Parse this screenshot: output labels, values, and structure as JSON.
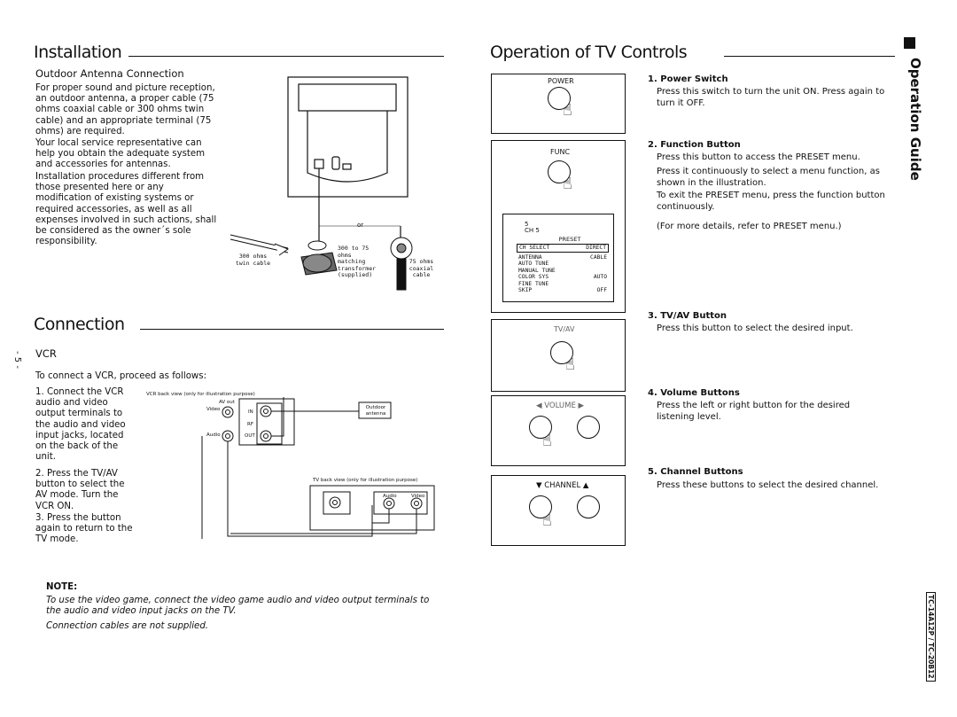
{
  "installation": {
    "title": "Installation",
    "subtitle": "Outdoor Antenna Connection",
    "p1": "For proper sound and picture reception, an outdoor antenna, a proper cable (75 ohms coaxial cable or 300 ohms twin cable) and an appropriate terminal (75 ohms) are required.",
    "p2": "Your local service representative can help you obtain the adequate system and accessories for antennas.",
    "p3": "Installation procedures different from those presented here or any modification of existing systems or required accessories, as well as all expenses involved in such actions, shall be considered as the owner´s sole responsibility.",
    "diagram": {
      "or": "or",
      "twin": "300 ohms twin cable",
      "transformer": "300 to 75 ohms matching transformer (supplied)",
      "coaxial": "75 ohms coaxial cable"
    }
  },
  "connection": {
    "title": "Connection",
    "page_marker": "- 5 -",
    "vcr_heading": "VCR",
    "intro": "To connect a VCR, proceed as follows:",
    "steps": [
      "1. Connect the VCR audio and video output terminals to the audio and video input jacks, located on the back of the unit.",
      "2. Press the TV/AV button to select the AV mode. Turn the VCR ON.",
      "3. Press the button again to return to the TV mode."
    ],
    "vcr_diagram_label": "VCR back view (only for illustration purpose)",
    "tv_diagram_label": "TV back view (only for illustration purpose)",
    "vcr_labels": {
      "av_out": "AV out",
      "video": "Video",
      "audio": "Audio",
      "in": "IN",
      "rf": "RF",
      "out": "OUT",
      "outdoor": "Outdoor antenna"
    },
    "tv_labels": {
      "audio": "Audio",
      "video": "Video"
    }
  },
  "note": {
    "heading": "NOTE:",
    "line1": "To use the video game, connect the video game audio and video output terminals to the audio and video input jacks on the TV.",
    "line2": "Connection cables are not supplied."
  },
  "operation": {
    "title": "Operation of TV Controls",
    "side_label": "Operation Guide",
    "model": "TC-14A12P / TC-20B12",
    "controls": [
      {
        "panel": "POWER",
        "title": "1. Power Switch",
        "desc": [
          "Press this switch to turn the unit ON. Press again to turn it OFF."
        ]
      },
      {
        "panel": "FUNC",
        "title": "2. Function Button",
        "desc": [
          "Press this button to access the PRESET menu.",
          "Press it continuously to select a menu function, as shown in the illustration.",
          "To exit the PRESET menu, press the function button continuously.",
          "(For more details, refer to PRESET menu.)"
        ]
      },
      {
        "panel": "TV/AV",
        "title": "3. TV/AV Button",
        "desc": [
          "Press this button to select the desired input."
        ]
      },
      {
        "panel": "VOLUME",
        "title": "4. Volume Buttons",
        "desc": [
          "Press the left or right button for the desired listening level."
        ]
      },
      {
        "panel": "CHANNEL",
        "title": "5. Channel Buttons",
        "desc": [
          "Press these buttons to select the desired channel."
        ]
      }
    ],
    "preset_menu": {
      "top": "5",
      "ch": "CH  5",
      "title": "PRESET",
      "rows": [
        [
          "CH SELECT",
          "DIRECT"
        ],
        [
          "ANTENNA",
          "CABLE"
        ],
        [
          "AUTO TUNE",
          ""
        ],
        [
          "MANUAL TUNE",
          ""
        ],
        [
          "COLOR SYS",
          "AUTO"
        ],
        [
          "FINE TUNE",
          ""
        ],
        [
          "SKIP",
          "OFF"
        ]
      ]
    }
  }
}
